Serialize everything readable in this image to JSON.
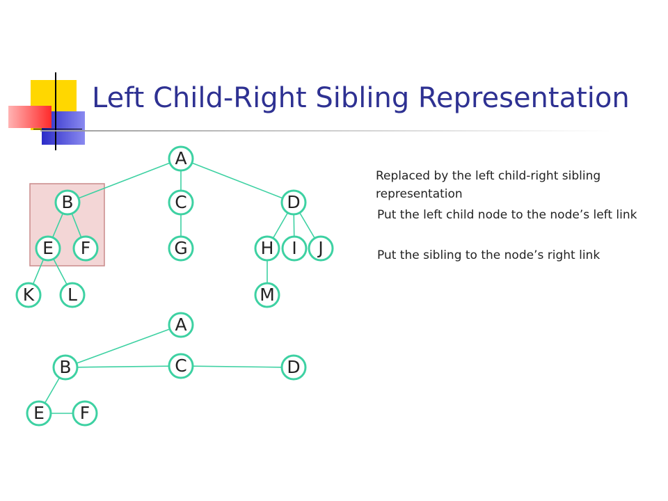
{
  "title": "Left Child-Right Sibling Representation",
  "colors": {
    "title": "#2e3192",
    "node_stroke": "#3dd1a2",
    "edge": "#3dd1a2",
    "highlight_fill": "#f3d6d6",
    "highlight_stroke": "#c98a8a",
    "deco_yellow": "#ffd700",
    "deco_blue": "#3333cc",
    "deco_red": "#ff3333"
  },
  "tree_original": {
    "nodes": [
      "A",
      "B",
      "C",
      "D",
      "E",
      "F",
      "G",
      "H",
      "I",
      "J",
      "K",
      "L",
      "M"
    ],
    "edges": [
      [
        "A",
        "B"
      ],
      [
        "A",
        "C"
      ],
      [
        "A",
        "D"
      ],
      [
        "B",
        "E"
      ],
      [
        "B",
        "F"
      ],
      [
        "C",
        "G"
      ],
      [
        "D",
        "H"
      ],
      [
        "D",
        "I"
      ],
      [
        "D",
        "J"
      ],
      [
        "E",
        "K"
      ],
      [
        "E",
        "L"
      ],
      [
        "H",
        "M"
      ]
    ],
    "highlighted_subtree": [
      "B",
      "E",
      "F"
    ]
  },
  "tree_converted": {
    "nodes": [
      "A",
      "B",
      "C",
      "D",
      "E",
      "F"
    ],
    "edges": [
      [
        "A",
        "B"
      ],
      [
        "B",
        "C"
      ],
      [
        "C",
        "D"
      ],
      [
        "B",
        "E"
      ],
      [
        "E",
        "F"
      ]
    ]
  },
  "notes": [
    "Replaced by the left child-right sibling representation",
    "Put the left child node to the node’s left link",
    "Put the sibling to the node’s right link"
  ]
}
